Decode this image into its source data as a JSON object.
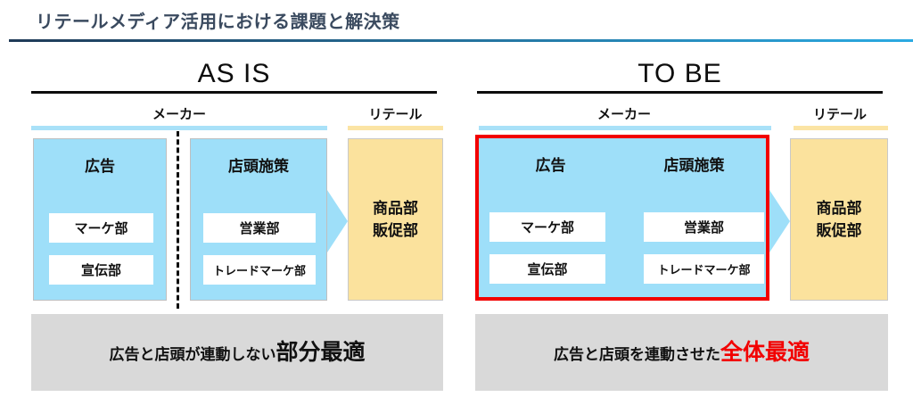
{
  "title": "リテールメディア活用における課題と解決策",
  "colors": {
    "title_text": "#3A4A5F",
    "title_rule_gradient": [
      "#1F3A57",
      "#2BAAE2"
    ],
    "maker_fill": "#9EDFF9",
    "retail_fill": "#FBE29D",
    "summary_fill": "#D9D9D9",
    "highlight_red": "#F20000"
  },
  "panels": [
    {
      "id": "as-is",
      "heading": "AS IS",
      "maker_label": "メーカー",
      "retail_label": "リテール",
      "ad_group": {
        "label": "広告",
        "departments": [
          "マーケ部",
          "宣伝部"
        ]
      },
      "store_group": {
        "label": "店頭施策",
        "departments": [
          "営業部",
          "トレードマーケ部"
        ]
      },
      "retail_box": {
        "line1": "商品部",
        "line2": "販促部"
      },
      "summary": {
        "normal": "広告と店頭が連動しない",
        "emphasis": "部分最適",
        "emphasis_color": "#111111"
      }
    },
    {
      "id": "to-be",
      "heading": "TO BE",
      "maker_label": "メーカー",
      "retail_label": "リテール",
      "ad_group": {
        "label": "広告",
        "departments": [
          "マーケ部",
          "宣伝部"
        ]
      },
      "store_group": {
        "label": "店頭施策",
        "departments": [
          "営業部",
          "トレードマーケ部"
        ]
      },
      "retail_box": {
        "line1": "商品部",
        "line2": "販促部"
      },
      "summary": {
        "normal": "広告と店頭を連動させた",
        "emphasis": "全体最適",
        "emphasis_color": "#F20000"
      }
    }
  ]
}
